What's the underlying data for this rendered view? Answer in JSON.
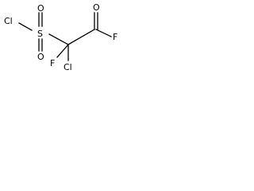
{
  "molecule": {
    "atoms": {
      "cl_sulfonyl": "Cl",
      "s": "S",
      "o_top": "O",
      "o_bottom": "O",
      "o_carbonyl": "O",
      "f_acyl": "F",
      "f_alpha": "F",
      "cl_alpha": "Cl"
    }
  },
  "colors": {
    "ink": "#000000",
    "background": "#ffffff"
  }
}
